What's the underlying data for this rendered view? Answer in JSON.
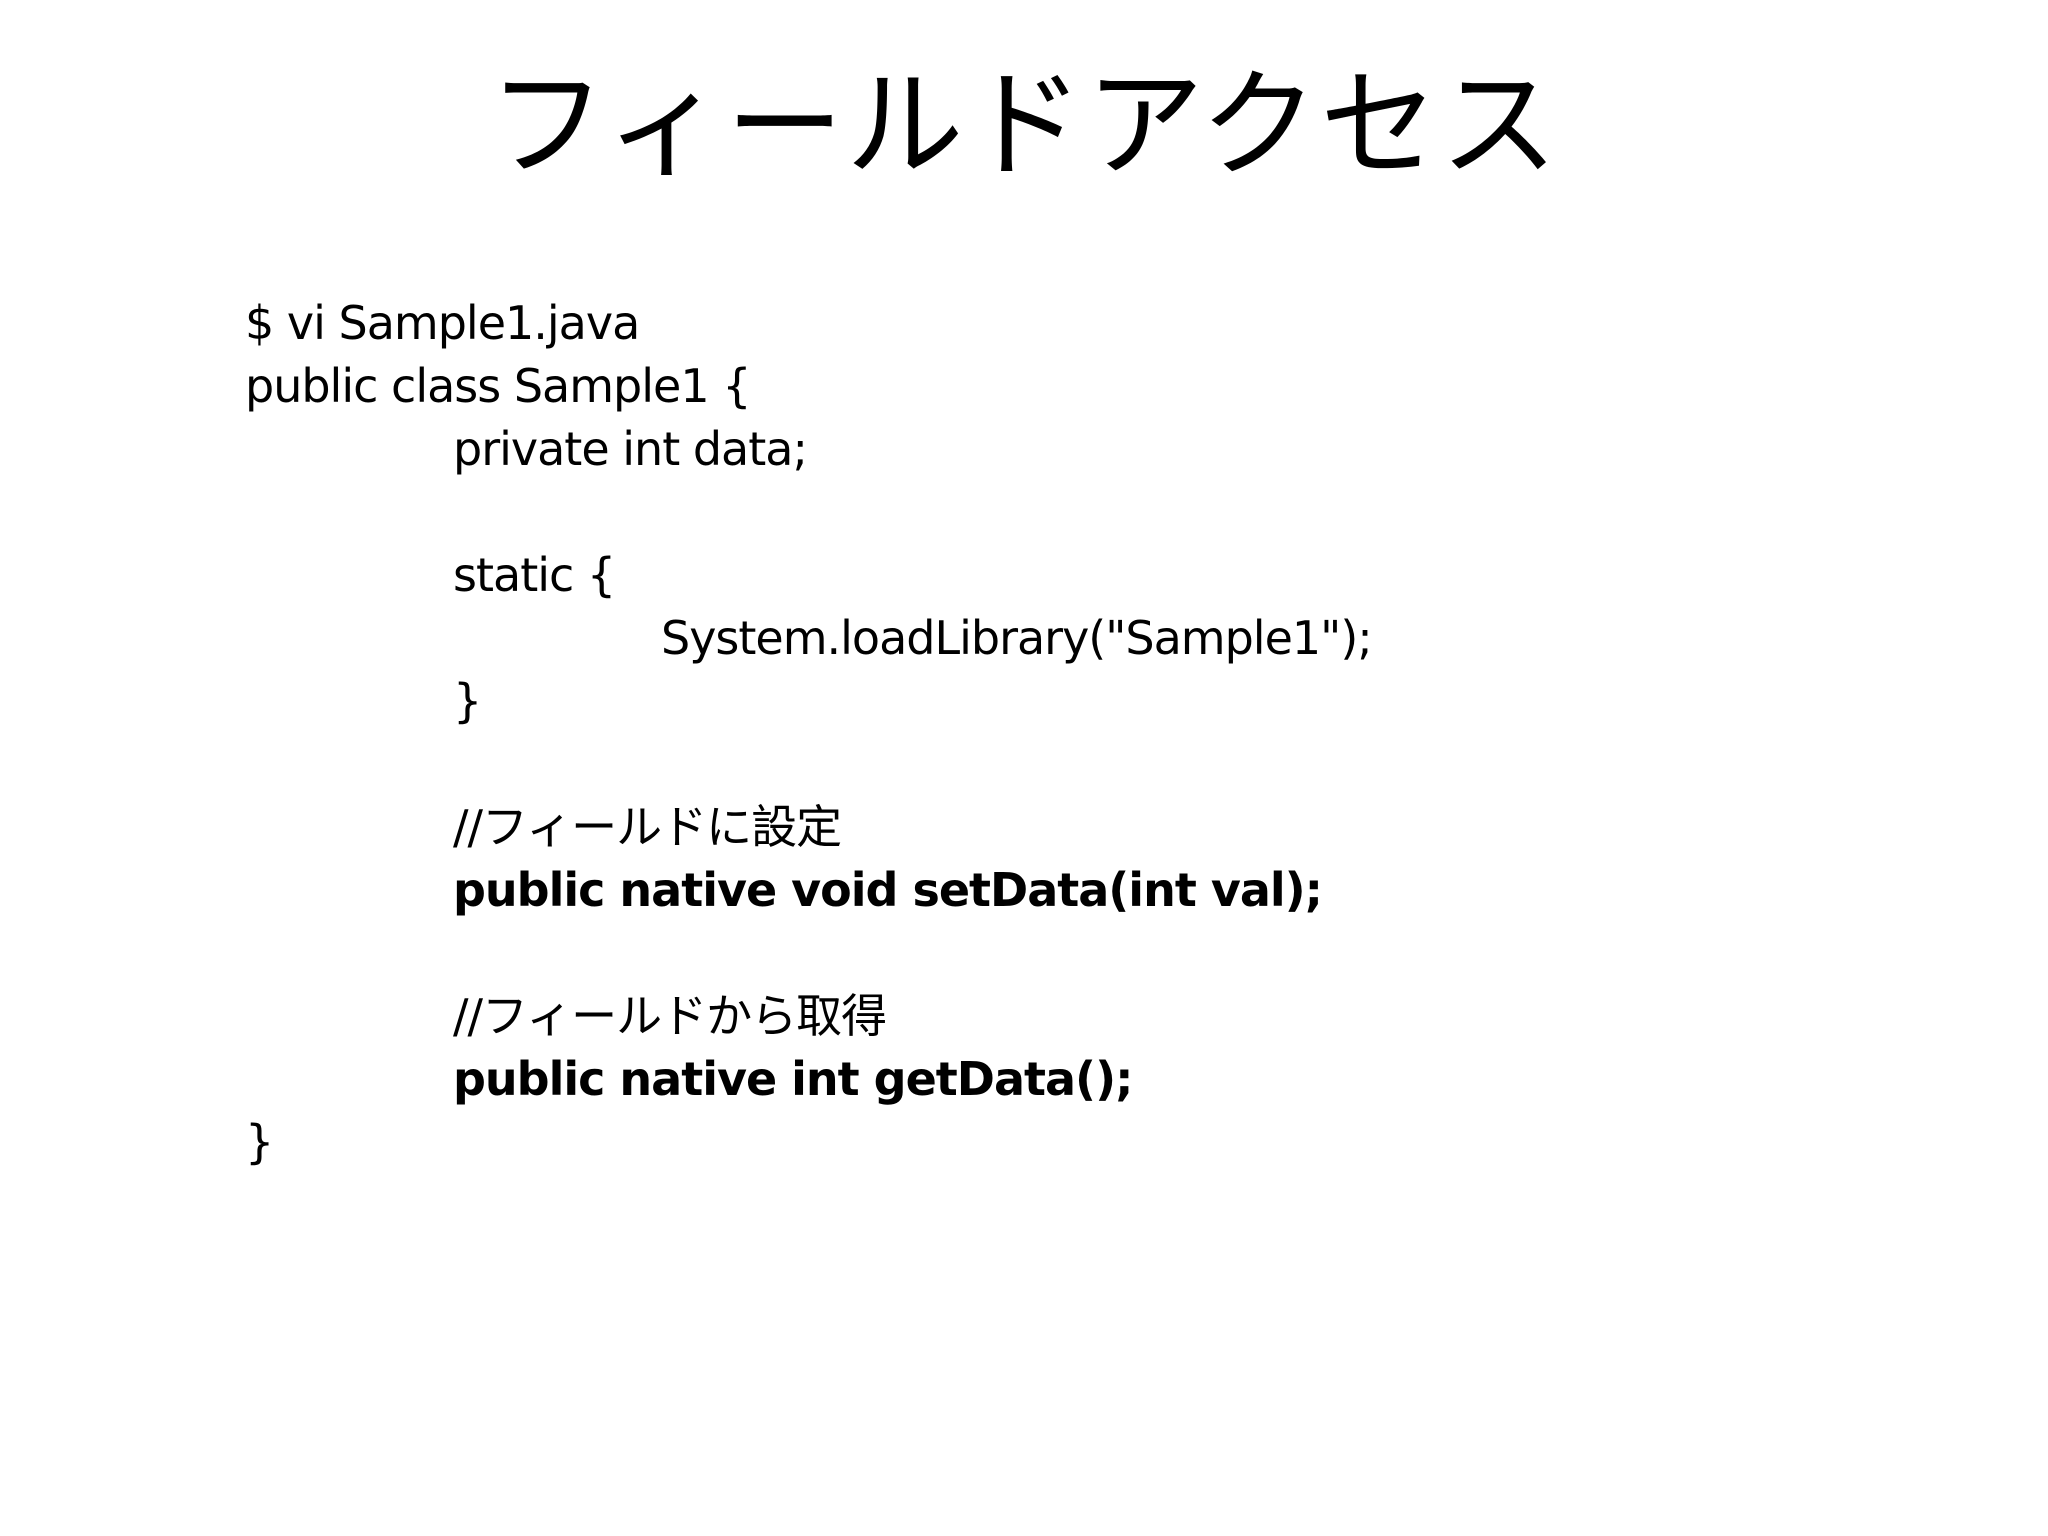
{
  "slide": {
    "title": "フィールドアクセス"
  },
  "code": {
    "lines": [
      {
        "indent": 0,
        "bold": false,
        "text": "$ vi Sample1.java"
      },
      {
        "indent": 0,
        "bold": false,
        "text": "public class Sample1 {"
      },
      {
        "indent": 1,
        "bold": false,
        "text": "private int data;"
      },
      {
        "indent": 0,
        "bold": false,
        "text": ""
      },
      {
        "indent": 1,
        "bold": false,
        "text": "static {"
      },
      {
        "indent": 2,
        "bold": false,
        "text": "System.loadLibrary(\"Sample1\");"
      },
      {
        "indent": 1,
        "bold": false,
        "text": "}"
      },
      {
        "indent": 0,
        "bold": false,
        "text": ""
      },
      {
        "indent": 1,
        "bold": false,
        "text": "//フィールドに設定"
      },
      {
        "indent": 1,
        "bold": true,
        "text": "public native void setData(int val);"
      },
      {
        "indent": 0,
        "bold": false,
        "text": ""
      },
      {
        "indent": 1,
        "bold": false,
        "text": "//フィールドから取得"
      },
      {
        "indent": 1,
        "bold": true,
        "text": "public native int getData();"
      },
      {
        "indent": 0,
        "bold": false,
        "text": "}"
      }
    ]
  }
}
